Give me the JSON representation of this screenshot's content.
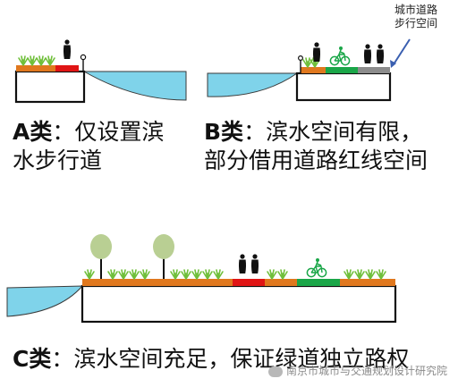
{
  "panel_a": {
    "type_label": "A类",
    "description_line1": "：仅设置滨",
    "description_line2": "水步行道"
  },
  "panel_b": {
    "type_label": "B类",
    "description_line1": "：滨水空间有限，",
    "description_line2": "部分借用道路红线空间",
    "callout_text_line1": "城市道路",
    "callout_text_line2": "步行空间"
  },
  "panel_c": {
    "type_label": "C类",
    "description": "：滨水空间充足，保证绿道独立路权"
  },
  "watermark": "南京市城市与交通规划设计研究院",
  "colors": {
    "water": "#7fd3ea",
    "planting_strip": "#e0781e",
    "walkway": "#e01515",
    "bike_lane": "#1aa648",
    "road_sidewalk": "#8c8c8c",
    "grass": "#6fbf3a",
    "tree_crown": "#b9cf93",
    "silhouette": "#111111",
    "callout_arrow": "#3a5fb0"
  },
  "icons": [
    "pedestrian-icon",
    "cyclist-icon",
    "grass-icon",
    "tree-icon",
    "lamp-post-icon",
    "callout-arrow-icon"
  ]
}
